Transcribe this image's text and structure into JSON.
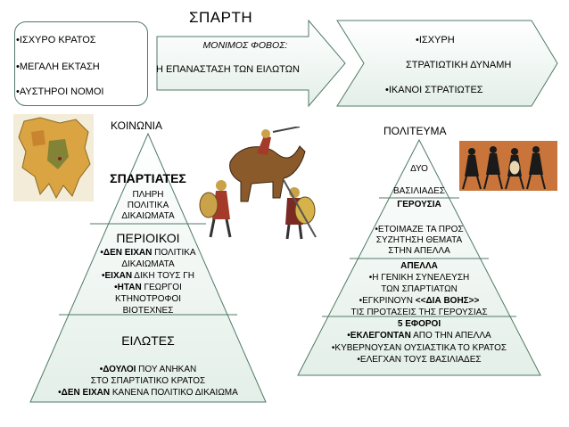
{
  "title": "ΣΠΑΡΤΗ",
  "top_left_box": {
    "items": [
      "•ΙΣΧΥΡΟ ΚΡΑΤΟΣ",
      "•ΜΕΓΑΛΗ ΕΚΤΑΣΗ",
      "•ΑΥΣΤΗΡΟΙ ΝΟΜΟΙ"
    ]
  },
  "center_arrow": {
    "heading": "ΜΟΝΙΜΟΣ ΦΟΒΟΣ:",
    "text": "Η ΕΠΑΝΑΣΤΑΣΗ ΤΩΝ ΕΙΛΩΤΩΝ"
  },
  "right_chevron": {
    "items": [
      "•ΙΣΧΥΡΗ",
      "ΣΤΡΑΤΙΩΤΙΚΗ ΔΥΝΑΜΗ",
      "•ΙΚΑΝΟΙ ΣΤΡΑΤΙΩΤΕΣ"
    ]
  },
  "society": {
    "label": "ΚΟΙΝΩΝΙΑ",
    "spartiates": {
      "heading": "ΣΠΑΡΤΙΑΤΕΣ",
      "lines": [
        "ΠΛΗΡΗ",
        "ΠΟΛΙΤΙΚΑ",
        "ΔΙΚΑΙΩΜΑΤΑ"
      ]
    },
    "perioikoi": {
      "heading": "ΠΕΡΙΟΙΚΟΙ",
      "line1_bold": "•ΔΕΝ ΕΙΧΑΝ",
      "line1_rest": " ΠΟΛΙΤΙΚΑ",
      "line2": "ΔΙΚΑΙΩΜΑΤΑ",
      "line3_bold": "•ΕΙΧΑΝ",
      "line3_rest": " ΔΙΚΗ ΤΟΥΣ ΓΗ",
      "line4_bold": "•ΗΤΑΝ",
      "line4_rest": " ΓΕΩΡΓΟΙ",
      "line5": "ΚΤΗΝΟΤΡΟΦΟΙ",
      "line6": "ΒΙΟΤΕΧΝΕΣ"
    },
    "heilotes": {
      "heading": "ΕΙΛΩΤΕΣ",
      "line1_bold": "•ΔΟΥΛΟΙ",
      "line1_rest": " ΠΟΥ ΑΝΗΚΑΝ",
      "line2": "ΣΤΟ ΣΠΑΡΤΙΑΤΙΚΟ ΚΡΑΤΟΣ",
      "line3_bold": "•ΔΕΝ ΕΙΧΑΝ",
      "line3_rest": " ΚΑΝΕΝΑ ΠΟΛΙΤΙΚΟ ΔΙΚΑΙΩΜΑ"
    }
  },
  "polity": {
    "label": "ΠΟΛΙΤΕΥΜΑ",
    "kings": {
      "line1": "ΔΥΟ",
      "line2": "ΒΑΣΙΛΙΑΔΕΣ"
    },
    "gerousia": {
      "heading": "ΓΕΡΟΥΣΙΑ",
      "lines": [
        "•ΕΤΟΙΜΑΖΕ ΤΑ ΠΡΟΣ",
        "ΣΥΖΗΤΗΣΗ ΘΕΜΑΤΑ",
        "ΣΤΗΝ ΑΠΕΛΛΑ"
      ]
    },
    "apella": {
      "heading": "ΑΠΕΛΛΑ",
      "line1": "•Η ΓΕΝΙΚΗ ΣΥΝΕΛΕΥΣΗ",
      "line2": "ΤΩΝ ΣΠΑΡΤΙΑΤΩΝ",
      "line3_start": "•ΕΓΚΡΙΝΟΥΝ ",
      "line3_bold": "<<ΔΙΑ ΒΟΗΣ>>",
      "line4": "ΤΙΣ ΠΡΟΤΑΣΕΙΣ ΤΗΣ ΓΕΡΟΥΣΙΑΣ"
    },
    "ephors": {
      "heading": "5 ΕΦΟΡΟΙ",
      "line1_bold": "•ΕΚΛΕΓΟΝΤΑΝ",
      "line1_rest": " ΑΠΟ ΤΗΝ ΑΠΕΛΛΑ",
      "line2": "•ΚΥΒΕΡΝΟΥΣΑΝ ΟΥΣΙΑΣΤΙΚΑ ΤΟ ΚΡΑΤΟΣ",
      "line3": "•ΕΛΕΓΧΑΝ ΤΟΥΣ ΒΑΣΙΛΙΑΔΕΣ"
    }
  },
  "colors": {
    "box_fill": "#ffffff",
    "gradient_top": "#ffffff",
    "gradient_bottom": "#e9f3ef",
    "stroke": "#4f7a66",
    "map_land": "#d9a441",
    "map_dark": "#6b7a35",
    "pottery": "#c8743a",
    "figure": "#1a1a1a"
  },
  "images": {
    "map": "map-of-peloponnese",
    "battle": "spartan-warriors-illustration",
    "pottery": "ancient-pottery-dancers"
  }
}
